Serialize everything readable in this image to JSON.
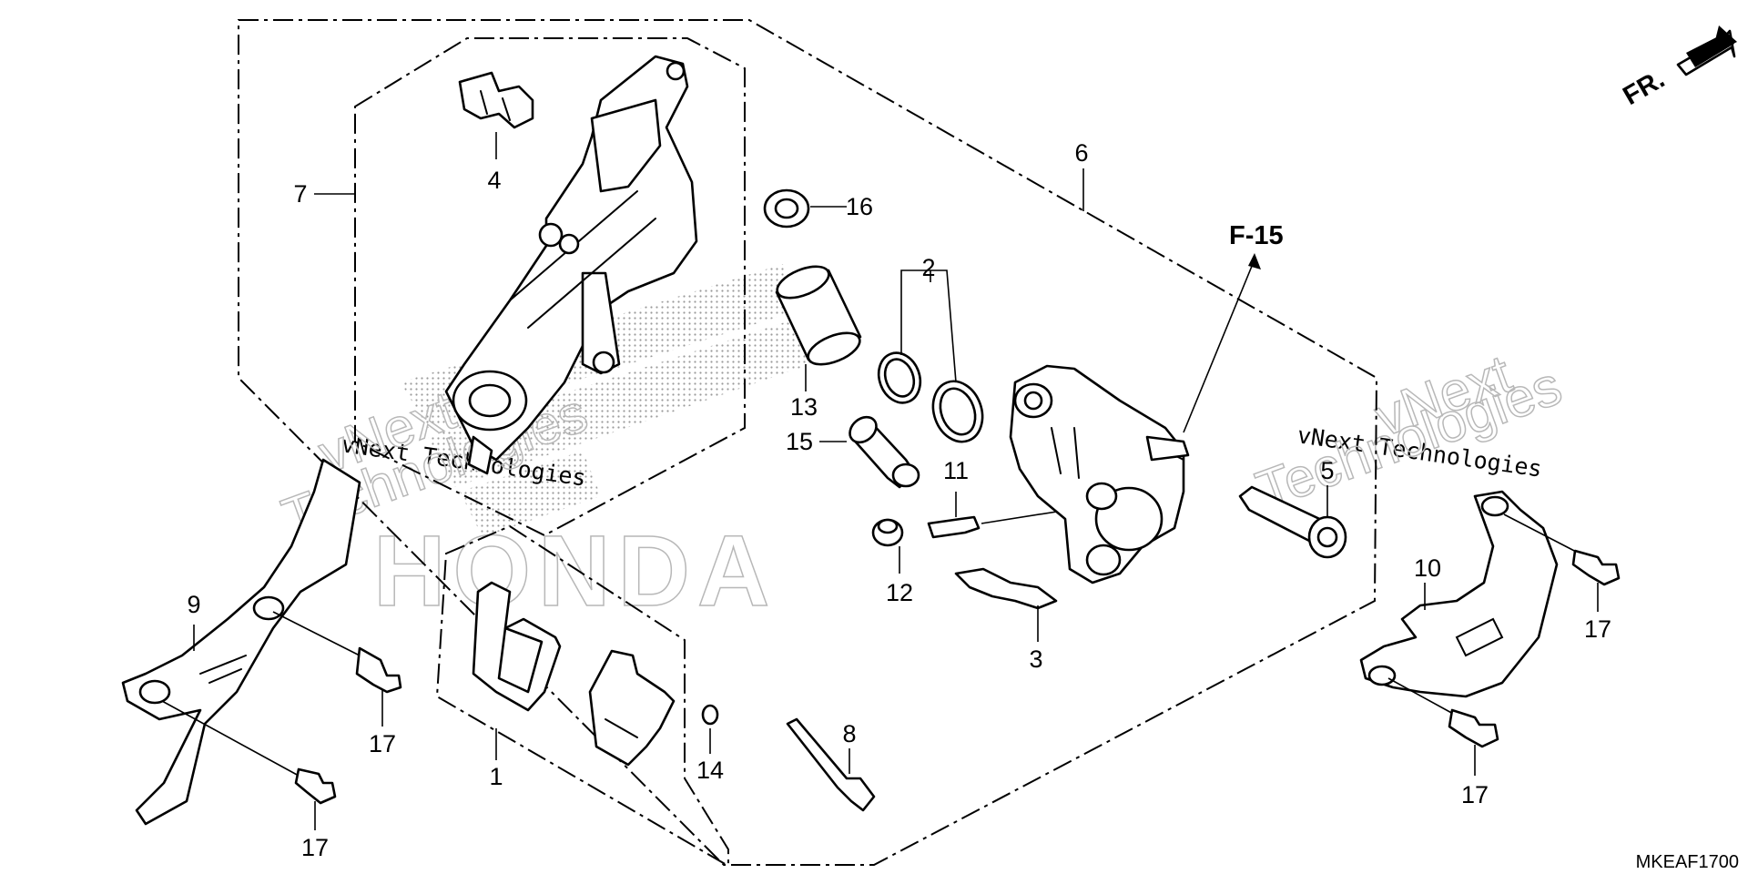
{
  "diagram": {
    "figure_code": "MKEAF1700",
    "direction_marker": "FR.",
    "reference": "F-15",
    "watermark": {
      "line1": "vNext Technologies",
      "stacked_top": "vNext",
      "stacked_bottom": "Technologies",
      "brand": "HONDA"
    },
    "callouts": {
      "c1": "1",
      "c2": "2",
      "c3": "3",
      "c4": "4",
      "c5": "5",
      "c6": "6",
      "c7": "7",
      "c8": "8",
      "c9": "9",
      "c10": "10",
      "c11": "11",
      "c12": "12",
      "c13": "13",
      "c14": "14",
      "c15": "15",
      "c16": "16",
      "c17a": "17",
      "c17b": "17",
      "c17c": "17",
      "c17d": "17"
    }
  }
}
